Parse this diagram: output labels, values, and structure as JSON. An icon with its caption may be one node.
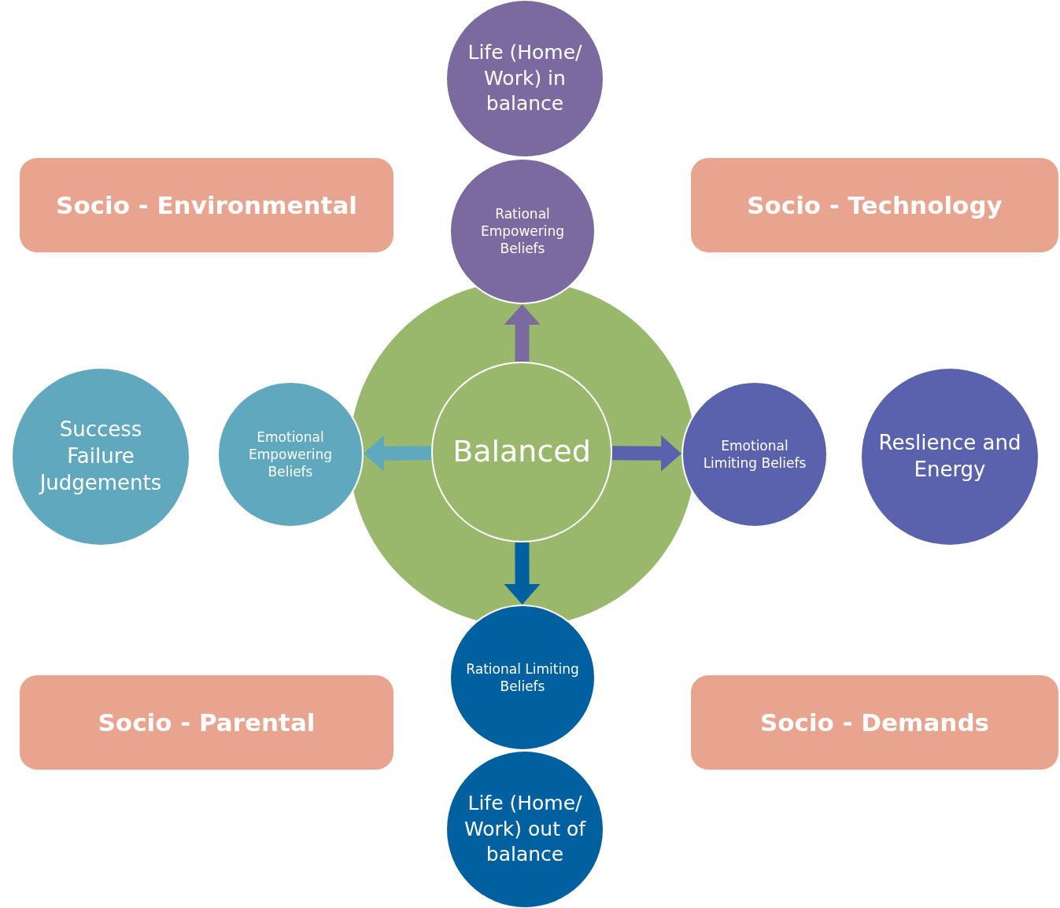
{
  "diagram": {
    "nodes": [
      {
        "text": [
          "Life (Home/ Work) in balance"
        ]
      },
      {
        "text": [
          "Socio - Environmental"
        ]
      },
      {
        "text": [
          "Rational Empowering Beliefs"
        ]
      },
      {
        "text": [
          "Socio - Technology"
        ]
      },
      {
        "text": [],
        "shape": "circle"
      },
      {
        "text": [
          "Success Failure Judgements"
        ]
      },
      {
        "text": [
          "Emotional Empowering Beliefs"
        ]
      },
      {
        "text": [
          "Balanced"
        ],
        "in": 4
      },
      {
        "text": [
          "Emotional Limiting Beliefs"
        ]
      },
      {
        "text": [
          "Reslience and Energy"
        ]
      },
      {
        "text": [
          "Rational Limiting Beliefs"
        ]
      },
      {
        "text": [
          "Socio - Parental"
        ]
      },
      {
        "text": [
          "Socio - Demands"
        ]
      },
      {
        "text": [
          "Life (Home/ Work) out of balance"
        ]
      }
    ],
    "edges": [
      {
        "from": 7,
        "to": 2,
        "arrow": "to",
        "color": "#7a6aa0"
      },
      {
        "from": 7,
        "to": 6,
        "arrow": "to",
        "color": "#5fa8be"
      },
      {
        "from": 7,
        "to": 8,
        "arrow": "to",
        "color": "#5b62ad"
      },
      {
        "from": 7,
        "to": 10,
        "arrow": "to",
        "color": "#0060a0"
      }
    ]
  }
}
